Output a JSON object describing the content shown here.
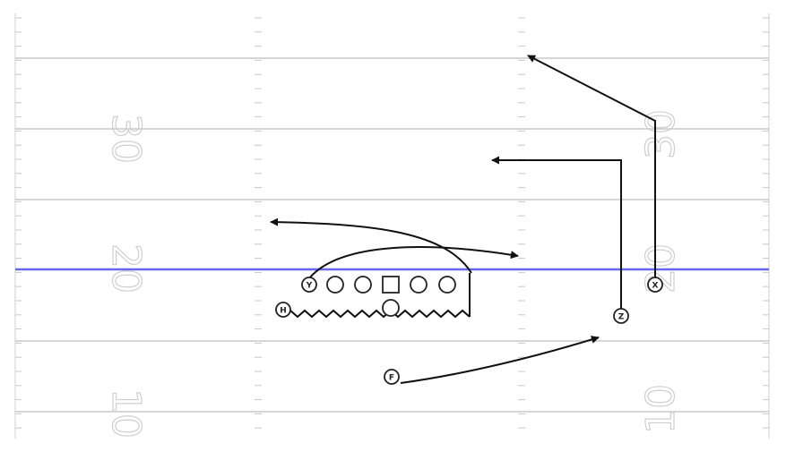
{
  "field": {
    "colors": {
      "background": "#ffffff",
      "yard_line": "#c8c8c8",
      "hash": "#c8c8c8",
      "scrimmage": "#6666ee",
      "route": "#111111",
      "yard_number": "#cfcfcf"
    },
    "yard_numbers": {
      "n30": "30",
      "n20": "20",
      "n10": "10"
    }
  },
  "players": {
    "y": "Y",
    "h": "H",
    "f": "F",
    "z": "Z",
    "x": "X"
  }
}
